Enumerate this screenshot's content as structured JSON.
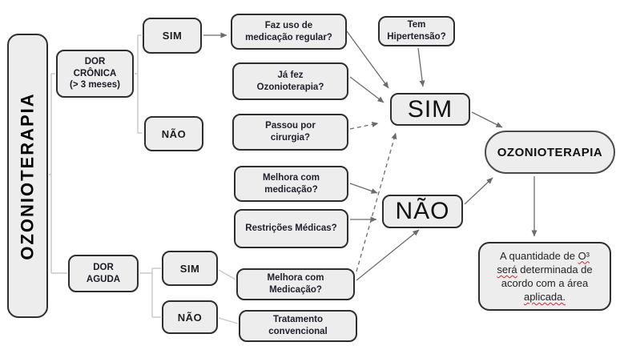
{
  "diagram_title": "OZONIOTERAPIA",
  "colors": {
    "node_fill": "#ededed",
    "node_border": "#2e2e2e",
    "tree_line": "#c8c8c8",
    "arrow_line": "#6b6b6b",
    "spellcheck_squiggle": "#c43131"
  },
  "nodes": {
    "root": "OZONIOTERAPIA",
    "dor_cronica": "DOR\nCRÔNICA\n(> 3 meses)",
    "dor_aguda": "DOR\nAGUDA",
    "sim_cronica": "SIM",
    "nao_cronica": "NÃO",
    "sim_aguda": "SIM",
    "nao_aguda": "NÃO",
    "faz_uso": "Faz uso de\nmedicação regular?",
    "ja_fez": "Já fez\nOzonioterapia?",
    "passou_cirurgia": "Passou por\ncirurgia?",
    "melhora_medicacao_1": "Melhora com\nmedicação?",
    "restricoes_medicas": "Restrições Médicas?",
    "tem_hipertensao": "Tem\nHipertensão?",
    "big_sim": "SIM",
    "big_nao": "NÃO",
    "ozonioterapia_result": "OZONIOTERAPIA",
    "melhora_medicacao_2": "Melhora com\nMedicação?",
    "tratamento_convencional": "Tratamento\nconvencional"
  },
  "note": {
    "l1a": "A quantidade de ",
    "l1b": "O³",
    "l2a": "será",
    "l2b": " determinada de",
    "l3": "acordo com a área",
    "l4": "aplicada."
  }
}
